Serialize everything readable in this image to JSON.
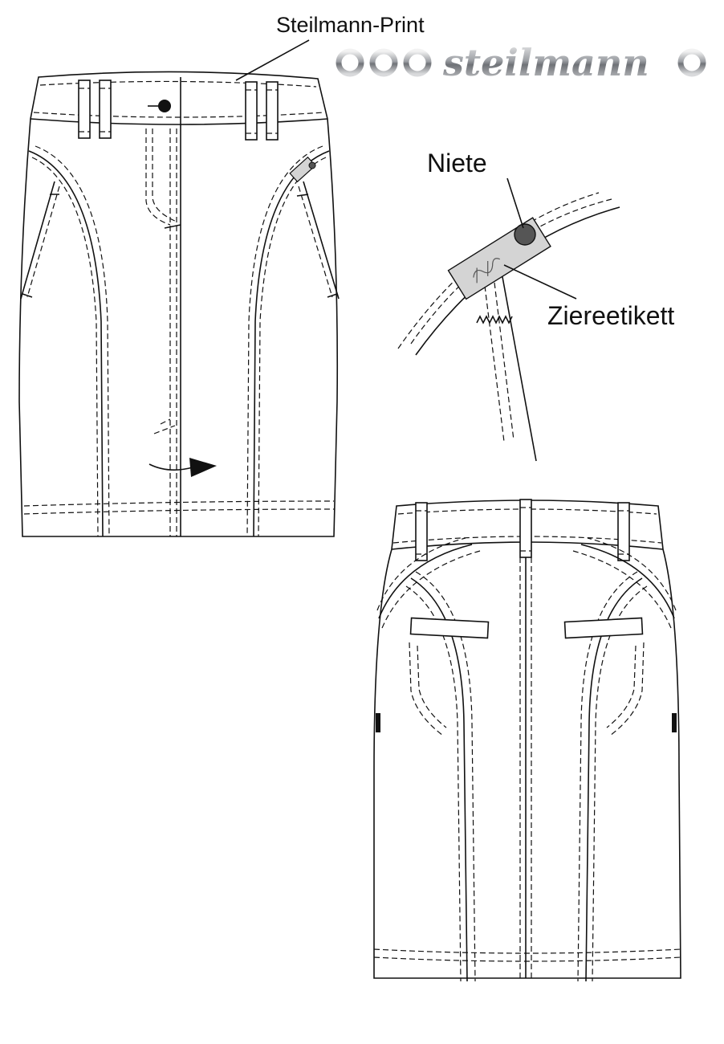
{
  "labels": {
    "print": "Steilmann-Print",
    "rivet": "Niete",
    "tag": "Ziereetikett"
  },
  "logo": {
    "text": "steilmann",
    "color": "#8e9196"
  },
  "colors": {
    "line": "#111111",
    "tag_fill": "#d4d4d4",
    "rivet_fill": "#555555"
  }
}
